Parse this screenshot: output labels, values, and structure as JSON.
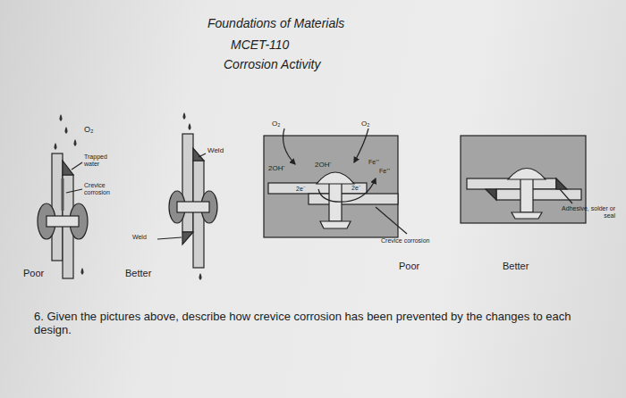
{
  "diagram": {
    "title": "Foundations of Materials",
    "labels": [
      "MCET-110",
      "Corrosion Activity",
      "O₂",
      "Trapped water",
      "Crevice corrosion",
      "Weld",
      "Weld",
      "Poor",
      "Better",
      "O₂",
      "O₂",
      "2OH⁻",
      "2OH⁻",
      "2e⁻",
      "2e⁻",
      "Fe⁺⁺",
      "Fe⁺⁺",
      "Crevice corrosion",
      "Adhesive, solder or seal",
      "Poor",
      "Better",
      "6. Given the pictures above, describe how crevice corrosion has been prevented by the changes to each design."
    ]
  }
}
